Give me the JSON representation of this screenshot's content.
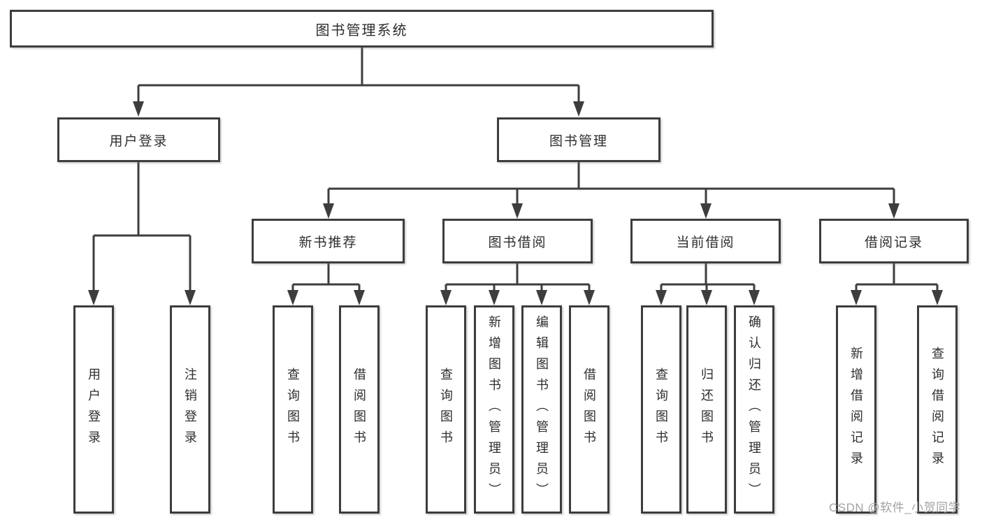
{
  "page": {
    "background": "#ffffff"
  },
  "colors": {
    "line": "#3d3d3d",
    "text": "#2e2e2e",
    "watermark_gray": "#a2a2a8"
  },
  "watermark": {
    "text": "CSDN @软件_小贺同学"
  },
  "diagram": {
    "type": "hierarchy-tree",
    "root": {
      "label": "图书管理系统"
    },
    "branches": [
      {
        "label": "用户登录",
        "leaves": [
          "用户登录",
          "注销登录"
        ]
      },
      {
        "label": "图书管理",
        "sections": [
          {
            "label": "新书推荐",
            "leaves": [
              "查询图书",
              "借阅图书"
            ]
          },
          {
            "label": "图书借阅",
            "leaves": [
              "查询图书",
              "新增图书（管理员）",
              "编辑图书（管理员）",
              "借阅图书"
            ]
          },
          {
            "label": "当前借阅",
            "leaves": [
              "查询图书",
              "归还图书",
              "确认归还（管理员）"
            ]
          },
          {
            "label": "借阅记录",
            "leaves": [
              "新增借阅记录",
              "查询借阅记录"
            ]
          }
        ]
      }
    ]
  }
}
